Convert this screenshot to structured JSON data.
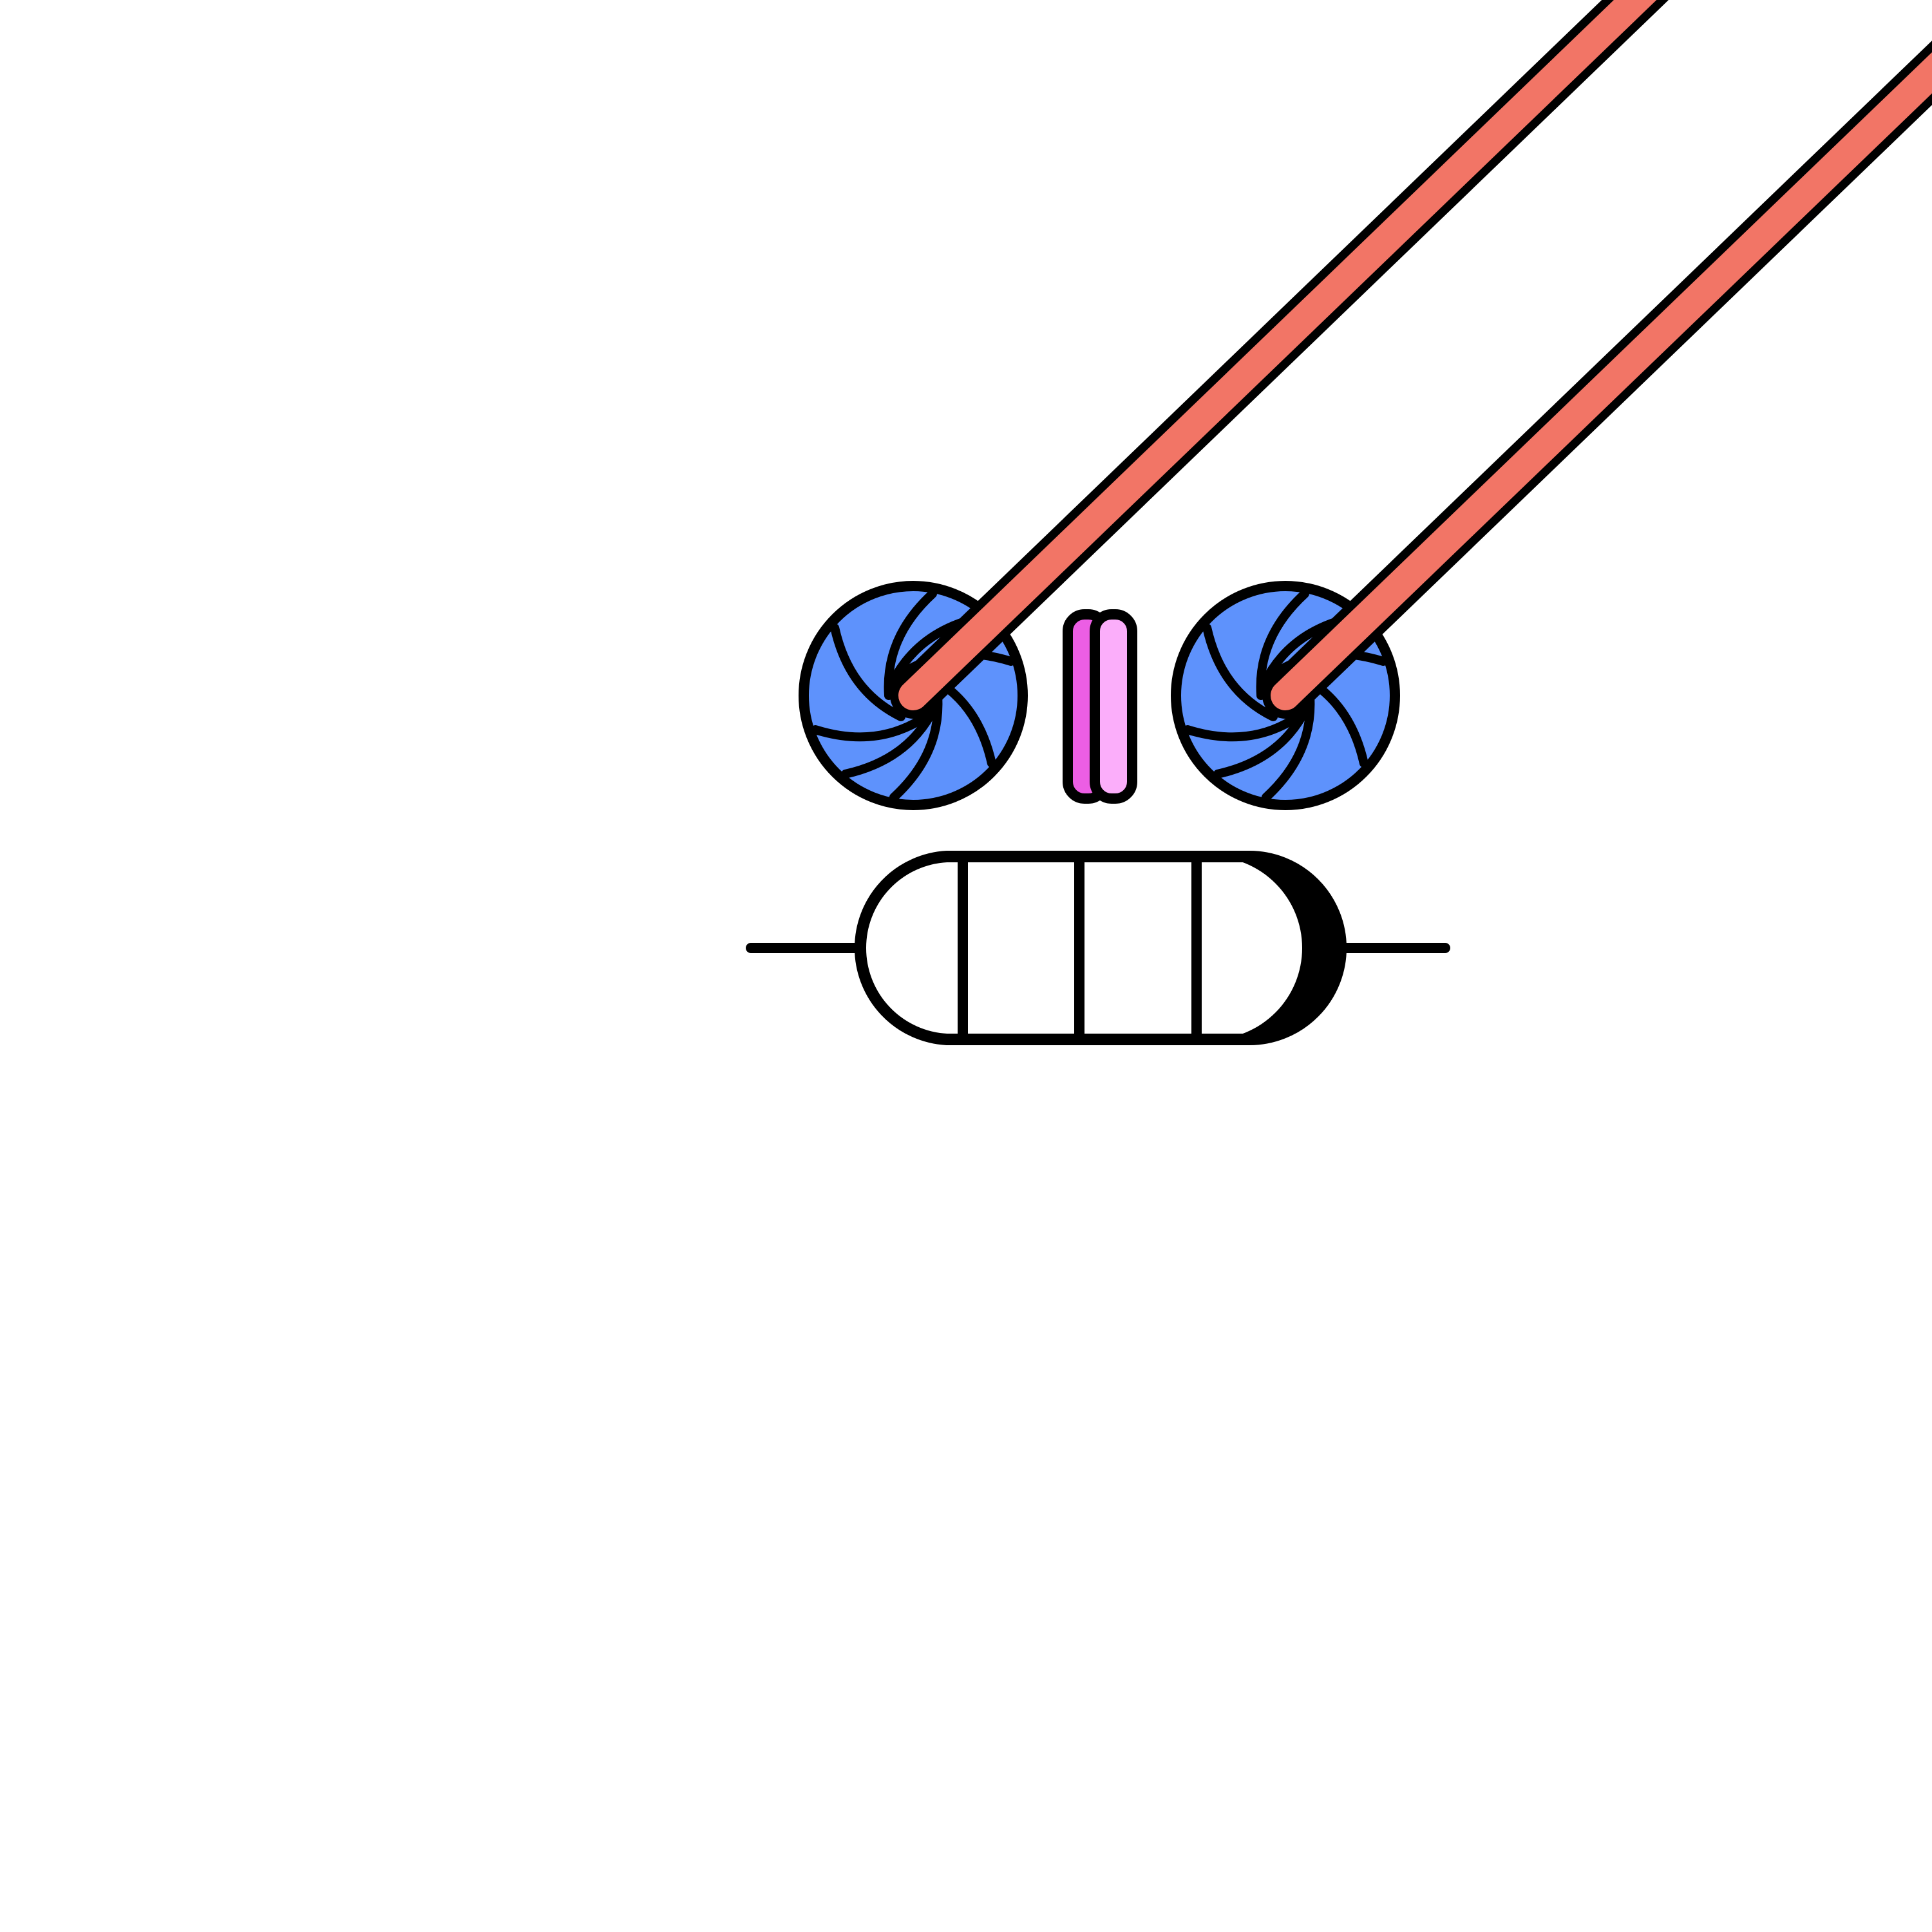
{
  "colors": {
    "background": "#ffffff",
    "outline": "#000000",
    "terminal_fill": "#5e92fc",
    "wire_fill": "#f27566",
    "capacitor_left_plate": "#ec5ee4",
    "capacitor_right_plate": "#fbaefa",
    "resistor_body": "#ffffff"
  },
  "components": {
    "terminals": [
      "terminal-left",
      "terminal-right"
    ],
    "wires": [
      "wire-left",
      "wire-right"
    ],
    "capacitor": "capacitor",
    "resistor": "resistor"
  }
}
